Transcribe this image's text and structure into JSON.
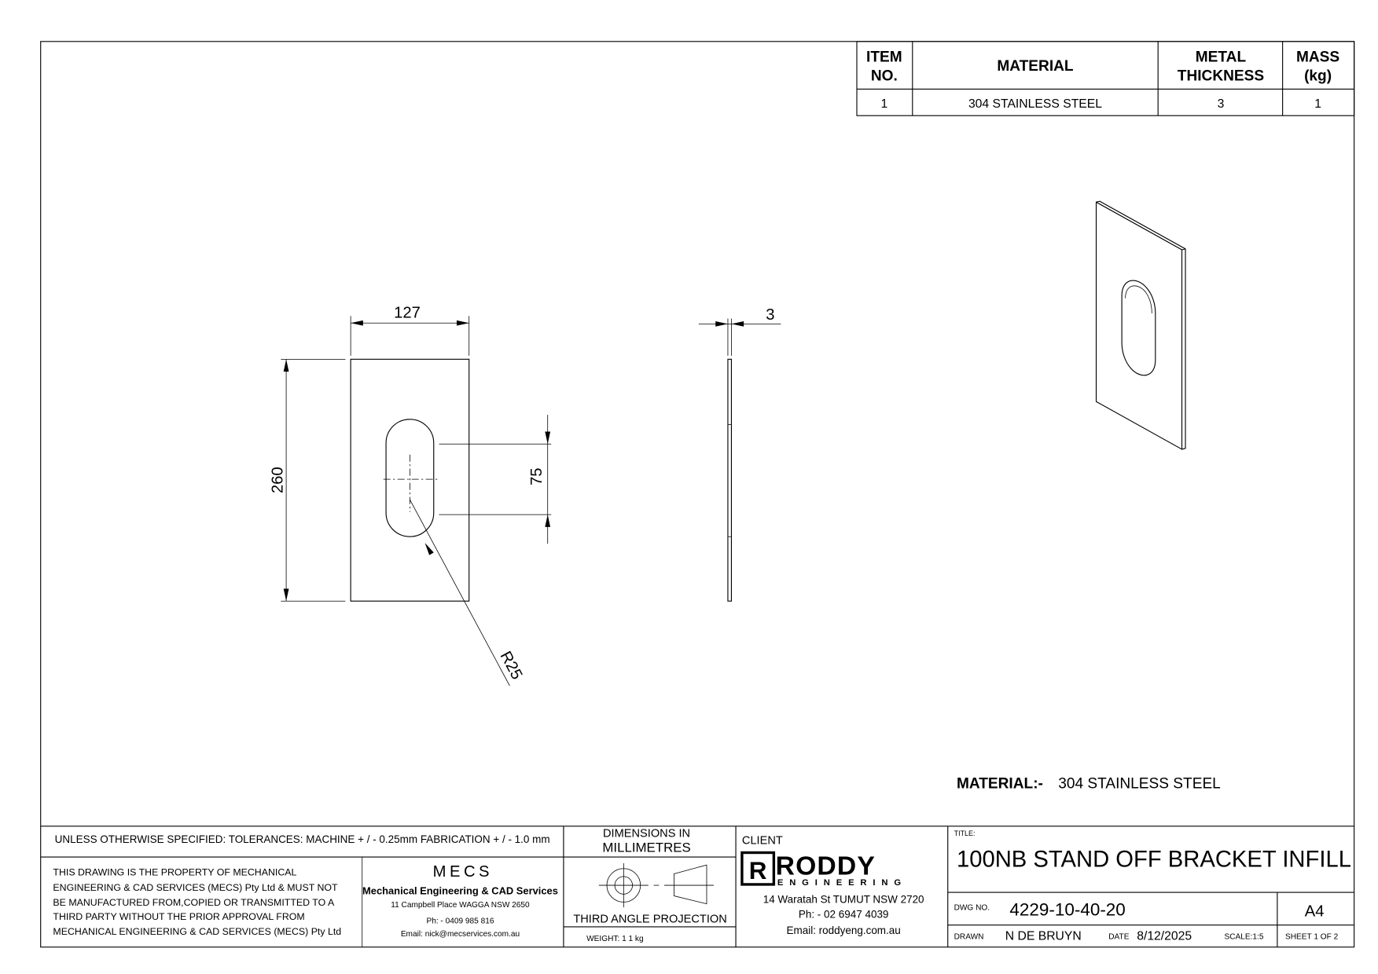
{
  "parts_table": {
    "headers": [
      "ITEM",
      "NO.",
      "MATERIAL",
      "METAL",
      "THICKNESS",
      "MASS",
      "(kg)"
    ],
    "rows": [
      {
        "item": "1",
        "material": "304 STAINLESS STEEL",
        "thickness": "3",
        "mass": "1"
      }
    ]
  },
  "dimensions": {
    "width": "127",
    "height": "260",
    "slot_centers": "75",
    "radius": "R25",
    "thickness": "3"
  },
  "material_note": {
    "label": "MATERIAL:-",
    "value": "304 STAINLESS STEEL"
  },
  "title_block": {
    "tolerances": "UNLESS OTHERWISE SPECIFIED: TOLERANCES: MACHINE + / - 0.25mm  FABRICATION + / - 1.0 mm",
    "dims_in_1": "DIMENSIONS IN",
    "dims_in_2": "MILLIMETRES",
    "property_lines": [
      "THIS DRAWING IS THE PROPERTY OF MECHANICAL",
      "ENGINEERING & CAD SERVICES (MECS) Pty Ltd & MUST NOT",
      "BE MANUFACTURED FROM,COPIED OR TRANSMITTED TO A",
      "THIRD PARTY WITHOUT THE PRIOR APPROVAL FROM",
      "MECHANICAL ENGINEERING & CAD SERVICES (MECS) Pty Ltd"
    ],
    "mecs": {
      "logo": "MECS",
      "name": "Mechanical Engineering & CAD Services",
      "address": "11 Campbell Place WAGGA NSW 2650",
      "phone": "Ph: - 0409 985 816",
      "email": "Email: nick@mecservices.com.au"
    },
    "projection": "THIRD ANGLE PROJECTION",
    "weight": "WEIGHT: 1 1 kg",
    "client": {
      "label": "CLIENT",
      "logo_main": "RODDY",
      "logo_sub": "ENGINEERING",
      "address": "14 Waratah St TUMUT NSW 2720",
      "phone": "Ph: - 02 6947 4039",
      "email": "Email: roddyeng.com.au"
    },
    "title_label": "TITLE:",
    "title": "100NB STAND OFF BRACKET INFILL",
    "dwg_label": "DWG NO.",
    "dwg_no": "4229-10-40-20",
    "size": "A4",
    "drawn_label": "DRAWN",
    "drawn": "N DE BRUYN",
    "date_label": "DATE",
    "date": "8/12/2025",
    "scale": "SCALE:1:5",
    "sheet": "SHEET 1 OF 2"
  }
}
